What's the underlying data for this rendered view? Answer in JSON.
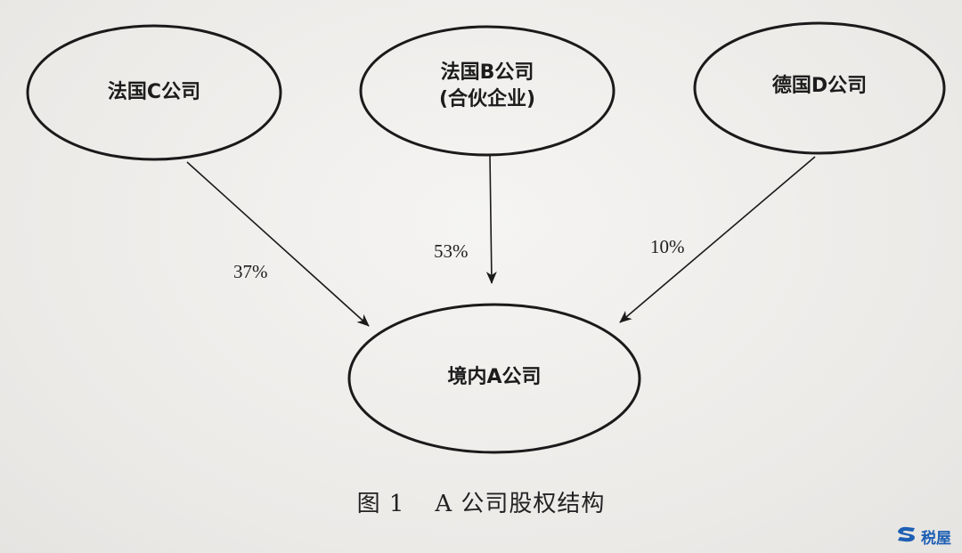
{
  "nodes": {
    "c": {
      "line1": "法国C公司"
    },
    "b": {
      "line1": "法国B公司",
      "line2": "(合伙企业)"
    },
    "d": {
      "line1": "德国D公司"
    },
    "a": {
      "line1": "境内A公司"
    }
  },
  "edges": {
    "c_to_a": "37%",
    "b_to_a": "53%",
    "d_to_a": "10%"
  },
  "caption": {
    "number": "图 1",
    "title": "A 公司股权结构"
  },
  "watermark": {
    "text": "税屋"
  },
  "colors": {
    "stroke": "#1a1a1a",
    "watermark": "#1e5fb4"
  }
}
